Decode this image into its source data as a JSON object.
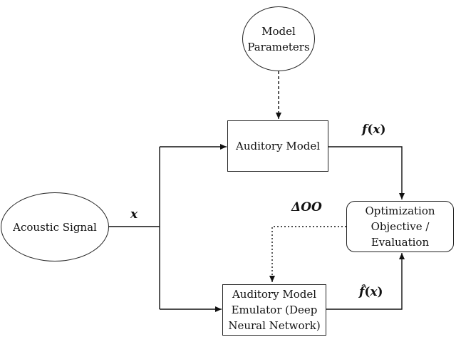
{
  "diagram": {
    "nodes": {
      "model_parameters": "Model\nParameters",
      "acoustic_signal": "Acoustic Signal",
      "auditory_model": "Auditory Model",
      "emulator": "Auditory Model\nEmulator (Deep\nNeural Network)",
      "optimization": "Optimization\nObjective /\nEvaluation"
    },
    "edge_labels": {
      "input": "x",
      "model_output_fn": "f",
      "model_output_arg": "x",
      "emulator_output_fn": "f̂",
      "emulator_output_arg": "x",
      "delta": "ΔOO"
    }
  }
}
